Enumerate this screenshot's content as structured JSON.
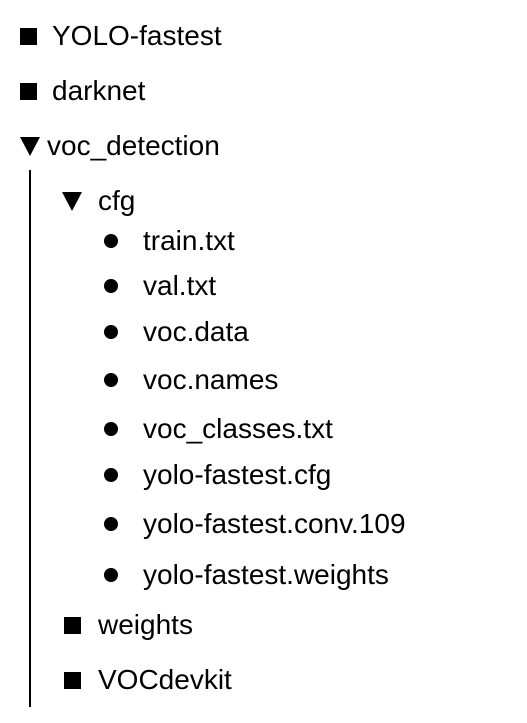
{
  "tree": {
    "root": [
      {
        "label": "YOLO-fastest",
        "marker": "square-icon"
      },
      {
        "label": "darknet",
        "marker": "square-icon"
      },
      {
        "label": "voc_detection",
        "marker": "triangle-down-icon"
      }
    ],
    "voc_detection_children": [
      {
        "label": "cfg",
        "marker": "triangle-down-icon"
      },
      {
        "label": "weights",
        "marker": "square-icon"
      },
      {
        "label": "VOCdevkit",
        "marker": "square-icon"
      }
    ],
    "cfg_files": [
      "train.txt",
      "val.txt",
      "voc.data",
      "voc.names",
      "voc_classes.txt",
      "yolo-fastest.cfg",
      "yolo-fastest.conv.109",
      "yolo-fastest.weights"
    ]
  }
}
